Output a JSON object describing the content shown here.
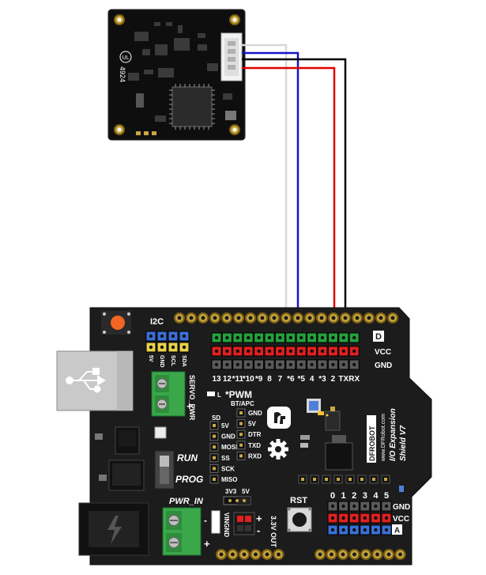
{
  "module": {
    "chip_code": "4924",
    "brand_mark": "UL"
  },
  "wires": {
    "colors": [
      "#d8d8d8",
      "#1414c8",
      "#000000",
      "#e00000"
    ]
  },
  "shield": {
    "board_color": "#1c1c1c",
    "brand": "DFROBOT",
    "url": "www.DFRobot.com",
    "title": "I/O Expansion",
    "version": "Shield V7",
    "i2c_label": "I2C",
    "i2c_pins": [
      "5V",
      "GND",
      "SCL",
      "SDA"
    ],
    "servo_pwr_label": "SERVO_PWR",
    "servo_pwr_plus": "+",
    "pwm_note": "*PWM",
    "led_label": "L",
    "digital_row_labels": [
      "D",
      "VCC",
      "GND"
    ],
    "digital_pins": [
      "13",
      "12",
      "*11",
      "*10",
      "*9",
      "8",
      "7",
      "*6",
      "*5",
      "4",
      "*3",
      "2",
      "TX",
      "RX"
    ],
    "sd_label": "SD",
    "sd_pins": [
      "5V",
      "GND",
      "MOSI",
      "SS",
      "SCK",
      "MISO"
    ],
    "bt_label": "BT/APC",
    "bt_pins": [
      "GND",
      "5V",
      "DTR",
      "TXD",
      "RXD"
    ],
    "run_label": "RUN",
    "prog_label": "PROG",
    "pwr_in_label": "PWR_IN",
    "pwr_in_minus": "-",
    "pwr_in_plus": "+",
    "vin_gnd_label": "VINGND",
    "out_label": "3.3V OUT",
    "out_plus": "+",
    "out_minus": "-",
    "v3v3_label": "3V3",
    "v5v_label": "5V",
    "rst_label": "RST",
    "analog_pins": [
      "0",
      "1",
      "2",
      "3",
      "4",
      "5"
    ],
    "analog_row_labels": [
      "GND",
      "VCC",
      "A"
    ]
  }
}
